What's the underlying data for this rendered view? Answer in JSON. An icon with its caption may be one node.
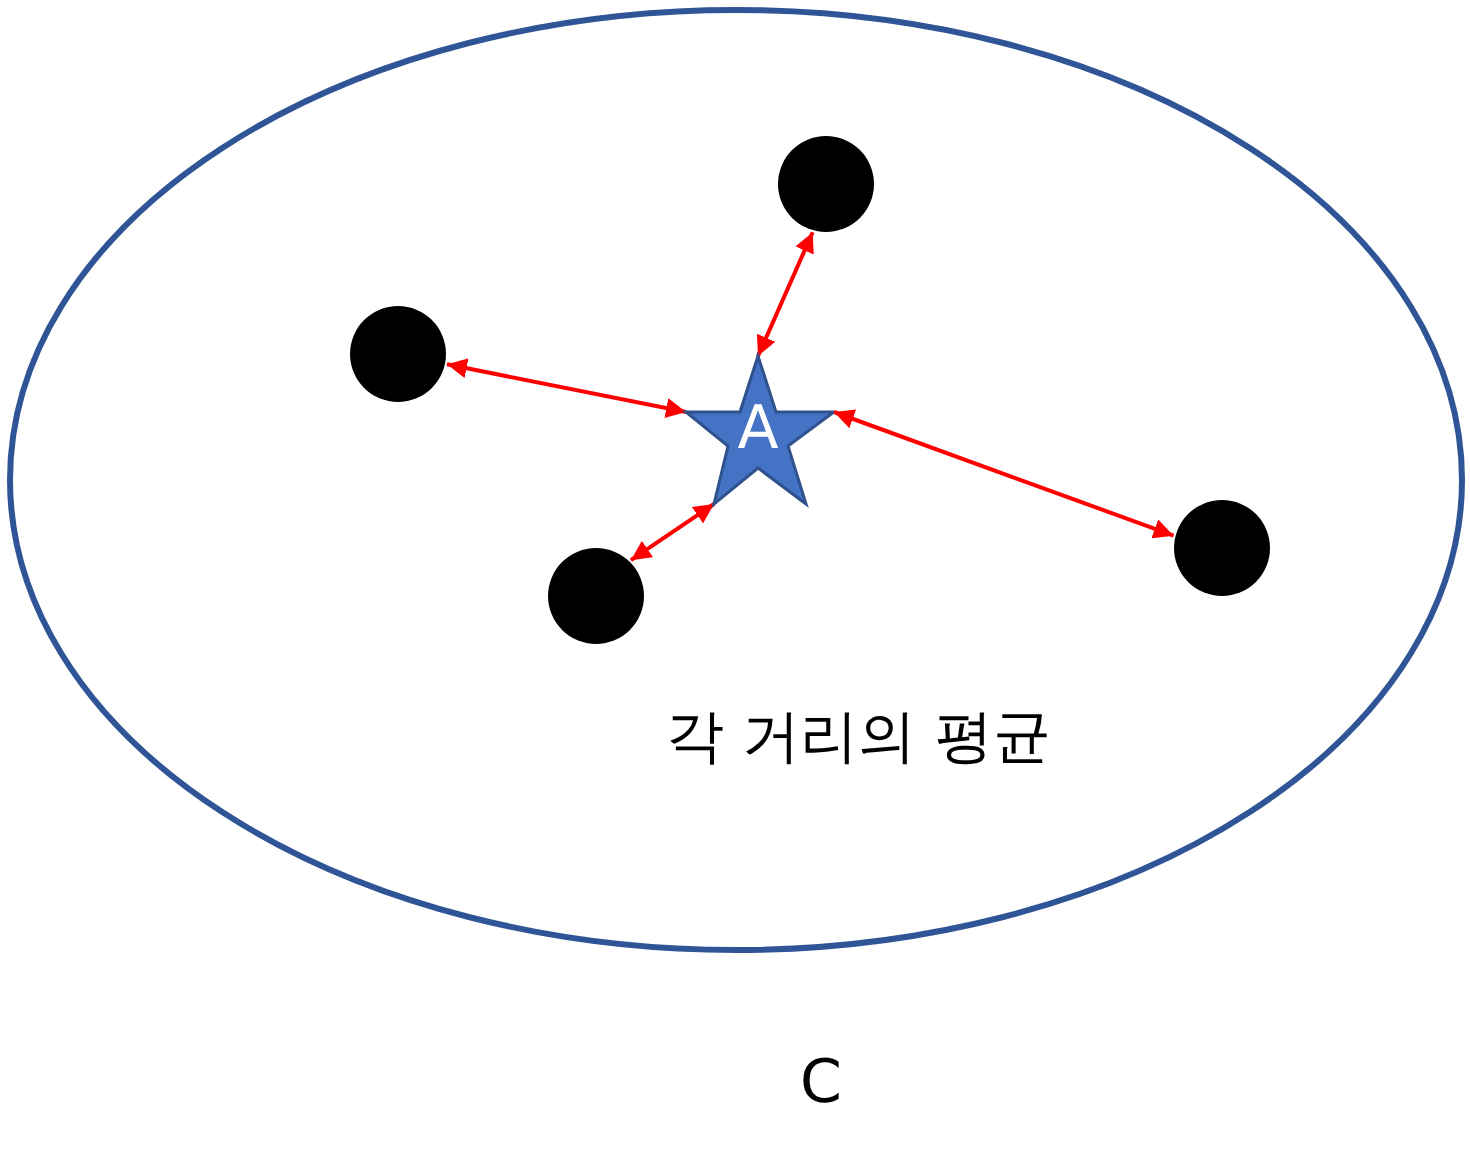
{
  "diagram": {
    "nodes": [
      {
        "text": [
          "각 거리의 평균"
        ],
        "beside": [
          "C"
        ]
      },
      {
        "text": [
          "A"
        ],
        "in": 0
      },
      {
        "text": [],
        "shape": "circle",
        "in": 0
      },
      {
        "text": [],
        "shape": "circle",
        "in": 0
      },
      {
        "text": [],
        "shape": "circle",
        "in": 0
      },
      {
        "text": [],
        "shape": "circle",
        "in": 0
      }
    ],
    "edges": [
      {
        "from": 1,
        "to": 2,
        "arrow": "both",
        "color": "#ff0000"
      },
      {
        "from": 1,
        "to": 3,
        "arrow": "both",
        "color": "#ff0000"
      },
      {
        "from": 1,
        "to": 4,
        "arrow": "both",
        "color": "#ff0000"
      },
      {
        "from": 1,
        "to": 5,
        "arrow": "both",
        "color": "#ff0000"
      }
    ]
  }
}
